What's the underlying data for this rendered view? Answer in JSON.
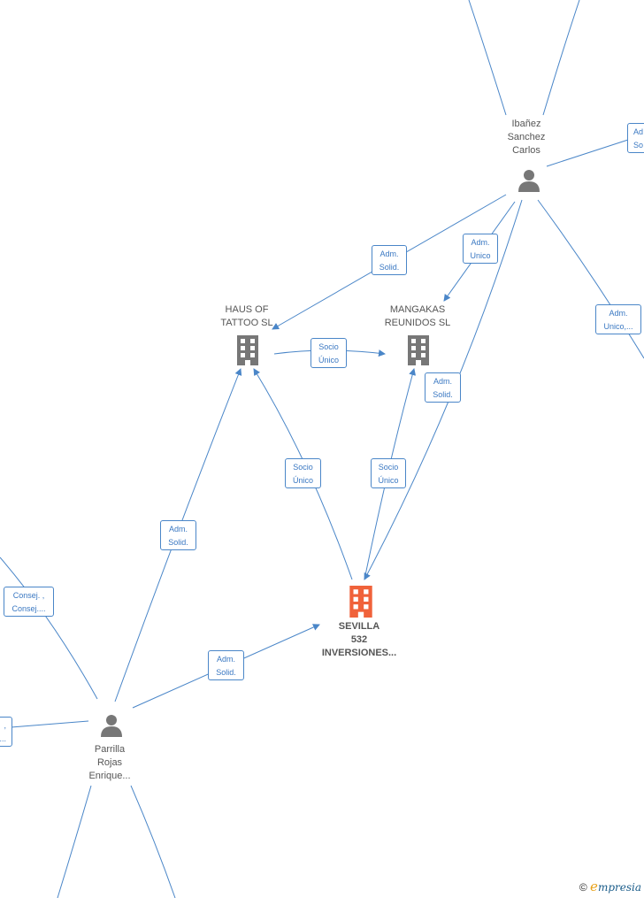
{
  "nodes": {
    "ibanez": {
      "label_lines": [
        "Ibañez",
        "Sanchez",
        "Carlos"
      ]
    },
    "haus": {
      "label_lines": [
        "HAUS OF",
        "TATTOO SL"
      ]
    },
    "mangakas": {
      "label_lines": [
        "MANGAKAS",
        "REUNIDOS SL"
      ]
    },
    "sevilla": {
      "label_lines": [
        "SEVILLA",
        "532",
        "INVERSIONES..."
      ]
    },
    "parrilla": {
      "label_lines": [
        "Parrilla",
        "Rojas",
        "Enrique..."
      ]
    }
  },
  "edges": {
    "e1": [
      "Adm.",
      "Solid."
    ],
    "e2": [
      "Adm.",
      "Unico"
    ],
    "e3": [
      "Adm.",
      "Solid."
    ],
    "e4": [
      "Socio",
      "Único"
    ],
    "e5": [
      "Socio",
      "Único"
    ],
    "e6": [
      "Socio",
      "Único"
    ],
    "e7": [
      "Adm.",
      "Solid."
    ],
    "e8": [
      "Adm.",
      "Solid."
    ],
    "e9": [
      "Consej. ,",
      "Consej...."
    ],
    "e10": [
      "Adm.",
      "Unico,..."
    ],
    "e11": [
      "Ad",
      "So"
    ],
    "e12": [
      ",",
      "..."
    ]
  },
  "footer": {
    "copyright": "©",
    "brand_initial": "e",
    "brand_rest": "mpresia"
  },
  "colors": {
    "edge": "#4a86c8",
    "person": "#777777",
    "company": "#777777",
    "main_company": "#f0623a"
  }
}
